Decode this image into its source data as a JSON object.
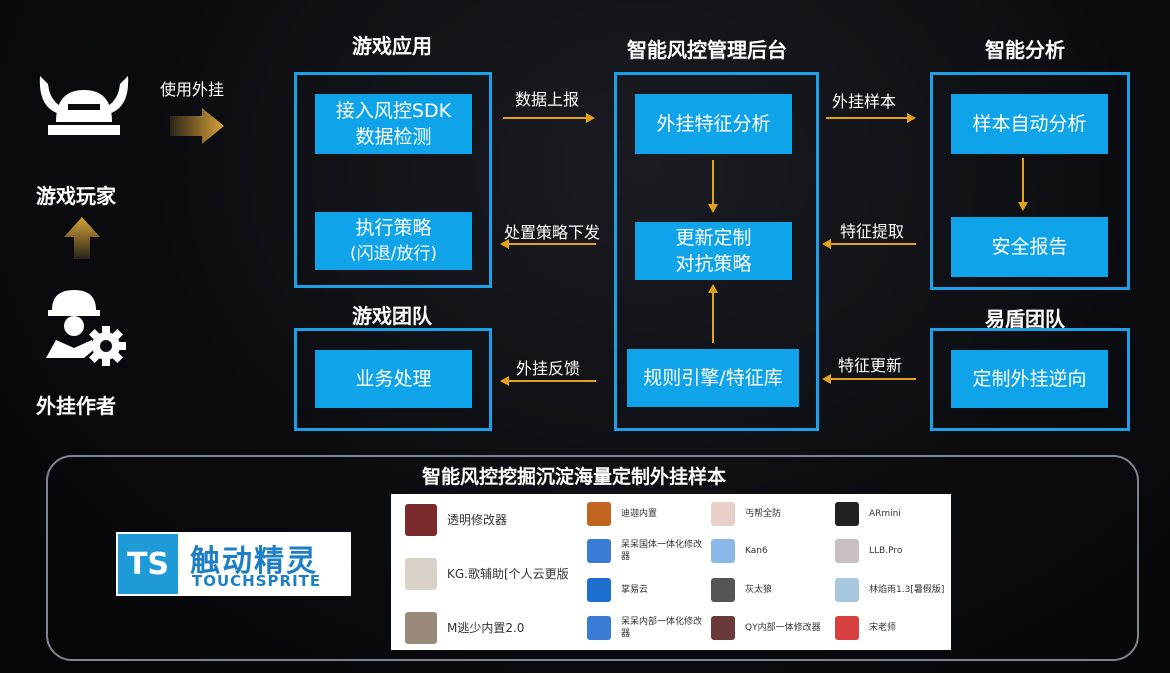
{
  "player": {
    "title": "游戏玩家"
  },
  "plugin_author": {
    "title": "外挂作者"
  },
  "use_plugin_label": "使用外挂",
  "sections": {
    "game_app": "游戏应用",
    "mgmt": "智能风控管理后台",
    "analysis": "智能分析",
    "game_team": "游戏团队",
    "yidun_team": "易盾团队"
  },
  "boxes": {
    "sdk": [
      "接入风控SDK",
      "数据检测"
    ],
    "exec": [
      "执行策略",
      "(闪退/放行)"
    ],
    "feature": "外挂特征分析",
    "update": [
      "更新定制",
      "对抗策略"
    ],
    "rules": "规则引擎/特征库",
    "auto": "样本自动分析",
    "report": "安全报告",
    "business": "业务处理",
    "reverse": "定制外挂逆向"
  },
  "arrows": {
    "data_report": "数据上报",
    "policy_issue": "处置策略下发",
    "plugin_sample": "外挂样本",
    "feature_extract": "特征提取",
    "feedback": "外挂反馈",
    "feature_update": "特征更新"
  },
  "bottom": {
    "title": "智能风控挖掘沉淀海量定制外挂样本",
    "logo": {
      "cn": "触动精灵",
      "en": "TOUCHSPRITE",
      "mark": "TS"
    },
    "apps": [
      {
        "name": "透明修改器",
        "color": "#7a2a2a"
      },
      {
        "name": "KG.歌辅助[个人云更版",
        "color": "#d9d2c8"
      },
      {
        "name": "M逃少内置2.0",
        "color": "#9a8a7a"
      },
      {
        "name": "迪迦内置",
        "color": "#c0641e"
      },
      {
        "name": "呆呆国体一体化修改器",
        "color": "#3a7bd5"
      },
      {
        "name": "掌易云",
        "color": "#1d6fd0"
      },
      {
        "name": "呆呆内部一体化修改器",
        "color": "#3a7bd5"
      },
      {
        "name": "丐帮全防",
        "color": "#e8d0c8"
      },
      {
        "name": "Kan6",
        "color": "#8ab8e8"
      },
      {
        "name": "灰太狼",
        "color": "#555555"
      },
      {
        "name": "QY内部一体修改器",
        "color": "#6a3a3a"
      },
      {
        "name": "ARmini",
        "color": "#222222"
      },
      {
        "name": "LLB.Pro",
        "color": "#c8c0c0"
      },
      {
        "name": "林焰雨1.3[暑假版]",
        "color": "#a8c8e0"
      },
      {
        "name": "宋老师",
        "color": "#d84040"
      }
    ]
  },
  "colors": {
    "box": "#0fa3ea",
    "frame": "#1ea0e6",
    "arrow": "#e2a21a"
  }
}
